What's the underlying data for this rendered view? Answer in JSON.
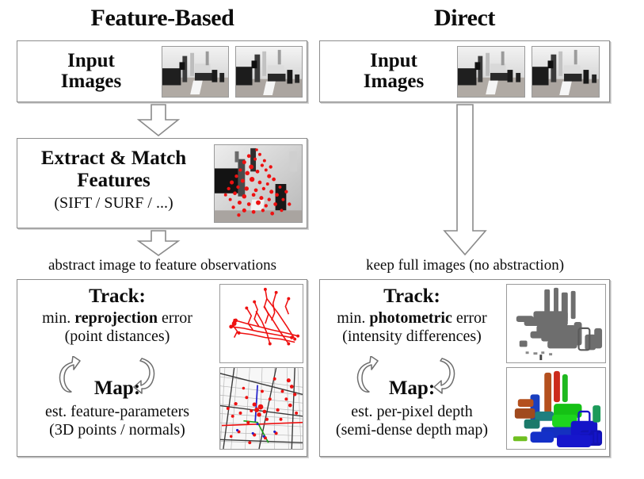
{
  "columns": {
    "left": {
      "title": "Feature-Based",
      "input_box": {
        "label_line1": "Input",
        "label_line2": "Images"
      },
      "extract_box": {
        "line1": "Extract & Match",
        "line2": "Features",
        "line3": "(SIFT / SURF / ...)"
      },
      "caption": "abstract image to feature observations",
      "bottom_box": {
        "track_title": "Track:",
        "track_line_prefix": "min. ",
        "track_line_bold": "reprojection",
        "track_line_suffix": " error",
        "track_sub": "(point distances)",
        "map_title": "Map:",
        "map_line1": "est. feature-parameters",
        "map_line2": "(3D points / normals)"
      }
    },
    "right": {
      "title": "Direct",
      "input_box": {
        "label_line1": "Input",
        "label_line2": "Images"
      },
      "caption": "keep full images (no abstraction)",
      "bottom_box": {
        "track_title": "Track:",
        "track_line_prefix": "min. ",
        "track_line_bold": "photometric",
        "track_line_suffix": " error",
        "track_sub": "(intensity differences)",
        "map_title": "Map:",
        "map_line1": "est. per-pixel depth",
        "map_line2": "(semi-dense depth map)"
      }
    }
  },
  "icons": {
    "down_arrow_short": "down-block-arrow",
    "down_arrow_long": "down-block-arrow-long",
    "cycle_left": "curved-arrow-up",
    "cycle_right": "curved-arrow-down"
  },
  "colors": {
    "feature_points": "#ee1111",
    "panel_border": "#8d8d8d",
    "panel_shadow": "#b9b9b9",
    "depth_near": "#1414c8",
    "depth_mid": "#15c115",
    "depth_far": "#b4501e",
    "pointcloud_gray": "#6e6e6e",
    "text": "#0c0c0c"
  }
}
